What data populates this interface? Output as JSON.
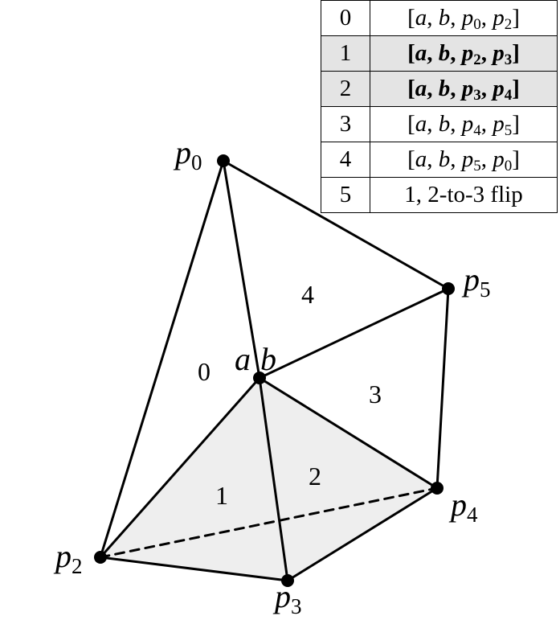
{
  "table": {
    "rows": [
      {
        "index": "0",
        "items": [
          {
            "v": "a",
            "s": ""
          },
          {
            "v": "b",
            "s": ""
          },
          {
            "v": "p",
            "s": "0"
          },
          {
            "v": "p",
            "s": "2"
          }
        ],
        "highlight": false
      },
      {
        "index": "1",
        "items": [
          {
            "v": "a",
            "s": ""
          },
          {
            "v": "b",
            "s": ""
          },
          {
            "v": "p",
            "s": "2"
          },
          {
            "v": "p",
            "s": "3"
          }
        ],
        "highlight": true
      },
      {
        "index": "2",
        "items": [
          {
            "v": "a",
            "s": ""
          },
          {
            "v": "b",
            "s": ""
          },
          {
            "v": "p",
            "s": "3"
          },
          {
            "v": "p",
            "s": "4"
          }
        ],
        "highlight": true
      },
      {
        "index": "3",
        "items": [
          {
            "v": "a",
            "s": ""
          },
          {
            "v": "b",
            "s": ""
          },
          {
            "v": "p",
            "s": "4"
          },
          {
            "v": "p",
            "s": "5"
          }
        ],
        "highlight": false
      },
      {
        "index": "4",
        "items": [
          {
            "v": "a",
            "s": ""
          },
          {
            "v": "b",
            "s": ""
          },
          {
            "v": "p",
            "s": "5"
          },
          {
            "v": "p",
            "s": "0"
          }
        ],
        "highlight": false
      },
      {
        "index": "5",
        "text": "1, 2-to-3 flip",
        "highlight": false
      }
    ]
  },
  "diagram": {
    "vertex_labels": {
      "p0": {
        "base": "p",
        "sub": "0"
      },
      "p2": {
        "base": "p",
        "sub": "2"
      },
      "p3": {
        "base": "p",
        "sub": "3"
      },
      "p4": {
        "base": "p",
        "sub": "4"
      },
      "p5": {
        "base": "p",
        "sub": "5"
      },
      "a": {
        "base": "a",
        "sub": ""
      },
      "b": {
        "base": "b",
        "sub": ""
      }
    },
    "region_labels": [
      "0",
      "1",
      "2",
      "3",
      "4"
    ],
    "colors": {
      "line": "#000000",
      "shade": "#eeeeee",
      "highlight_row": "#e4e4e4"
    }
  }
}
